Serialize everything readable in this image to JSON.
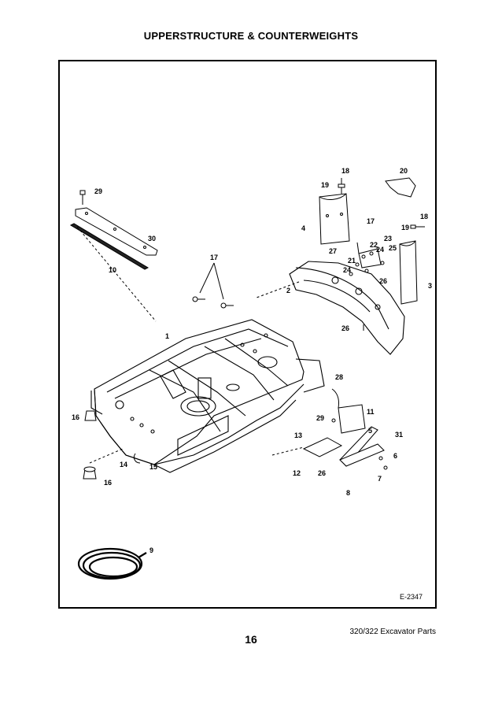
{
  "page": {
    "title": "UPPERSTRUCTURE & COUNTERWEIGHTS",
    "figure_ref": "E-2347",
    "page_number": "16",
    "footer_text": "320/322 Excavator Parts"
  },
  "callouts": [
    "1",
    "2",
    "3",
    "4",
    "5",
    "6",
    "7",
    "8",
    "9",
    "10",
    "11",
    "12",
    "13",
    "14",
    "15",
    "16",
    "16",
    "17",
    "17",
    "18",
    "18",
    "19",
    "19",
    "20",
    "21",
    "22",
    "23",
    "24",
    "24",
    "25",
    "26",
    "26",
    "26",
    "27",
    "28",
    "29",
    "29",
    "30",
    "31"
  ]
}
